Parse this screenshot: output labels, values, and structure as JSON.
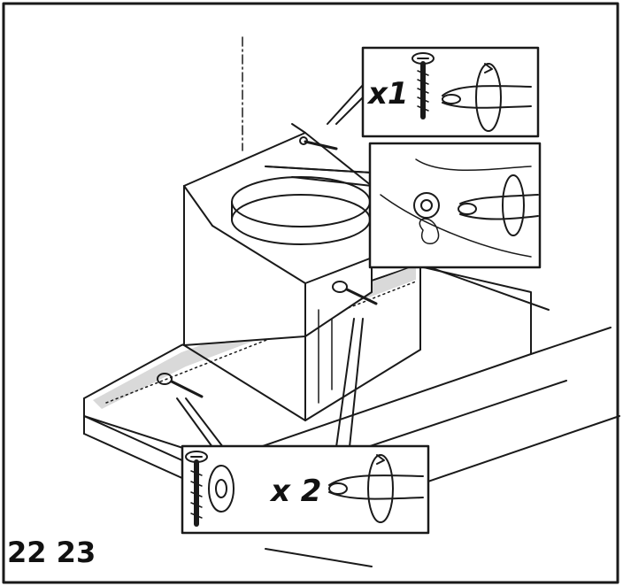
{
  "figure": {
    "step_numbers": "22 23",
    "callouts": {
      "top_quantity": "x1",
      "bottom_quantity": "x 2"
    },
    "colors": {
      "line": "#1a1a1a",
      "shade": "#d9d9d9",
      "background": "#ffffff"
    },
    "icons": [
      "screw-icon",
      "washer-icon",
      "screwdriver-hand-icon",
      "rotate-arrow-icon"
    ]
  }
}
